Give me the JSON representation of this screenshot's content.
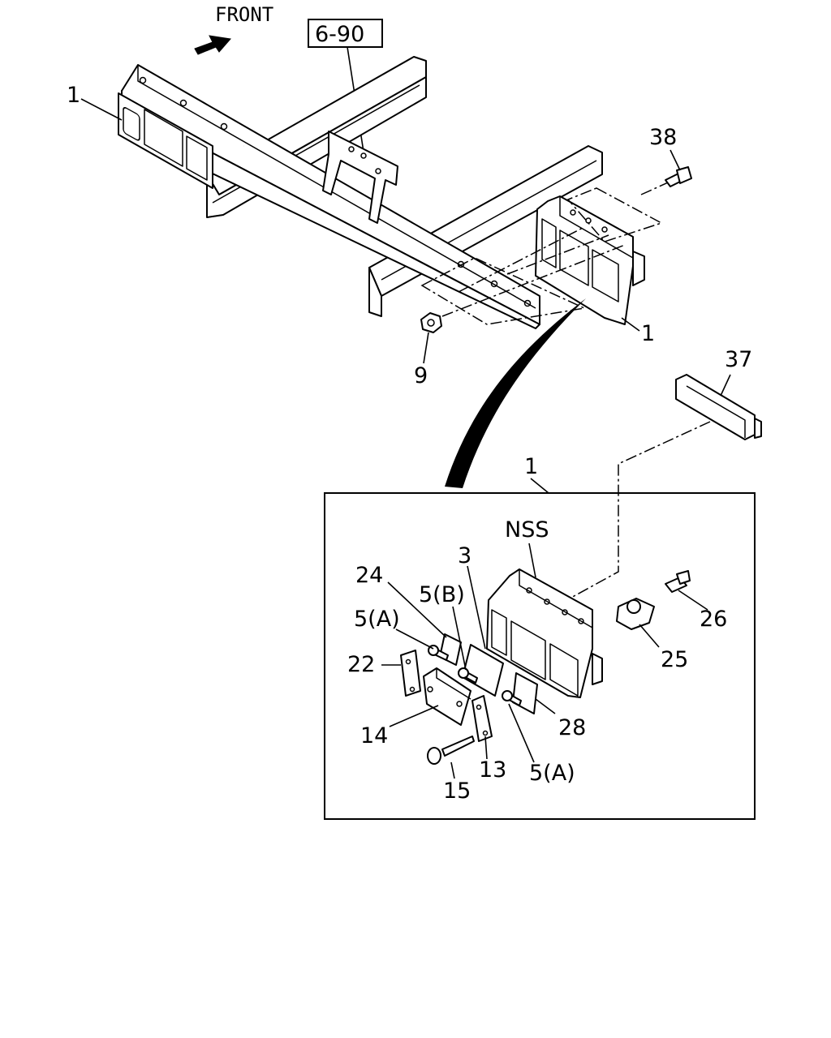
{
  "front_label": "FRONT",
  "ref_box_label": "6-90",
  "callouts": {
    "c1_top": "1",
    "c38": "38",
    "c1_right": "1",
    "c9": "9",
    "c37": "37",
    "c1_box": "1",
    "nss": "NSS",
    "c3": "3",
    "c24": "24",
    "c5b": "5(B)",
    "c5a_left": "5(A)",
    "c22": "22",
    "c14": "14",
    "c13": "13",
    "c15": "15",
    "c28": "28",
    "c5a_bottom": "5(A)",
    "c26": "26",
    "c25": "25"
  }
}
